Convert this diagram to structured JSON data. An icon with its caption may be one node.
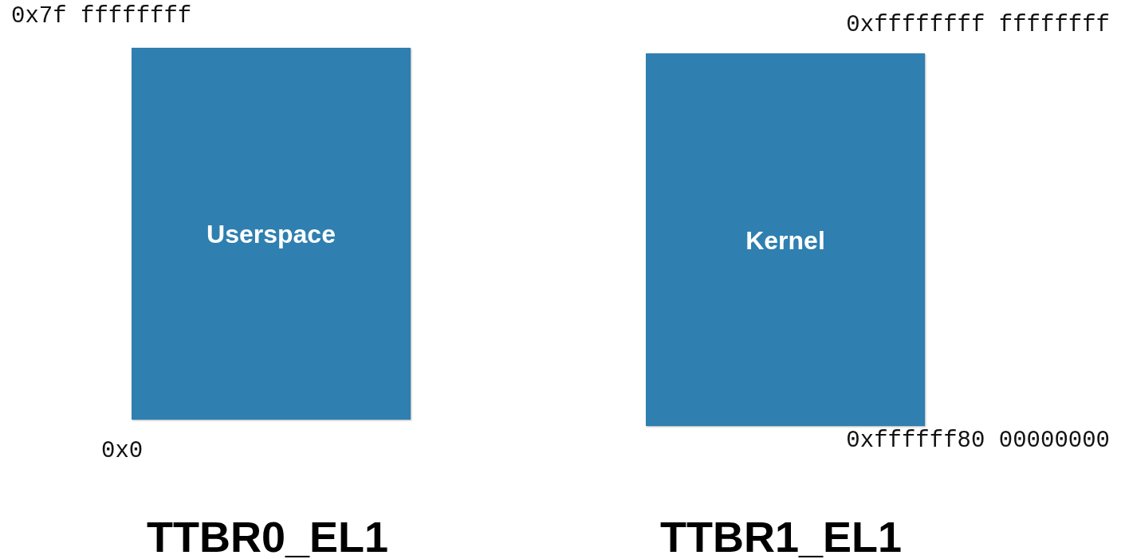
{
  "diagram": {
    "nodes": [
      {
        "text": [
          "Userspace"
        ],
        "beside": [
          "0x7f ffffffff",
          "0x0",
          "TTBR0_EL1"
        ]
      },
      {
        "text": [
          "Kernel"
        ],
        "beside": [
          "0xffffffff ffffffff",
          "0xffffff80 00000000",
          "TTBR1_EL1"
        ]
      }
    ]
  }
}
